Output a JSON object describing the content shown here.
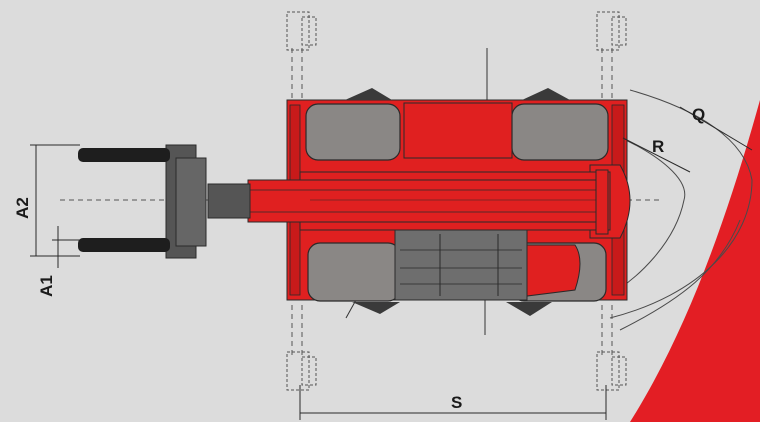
{
  "colors": {
    "background": "#dcdcdc",
    "machine_red": "#e02020",
    "machine_red_dark": "#b51515",
    "tyre_grey": "#8a8785",
    "tyre_dark": "#3a3a3a",
    "fork_black": "#1e1e1e",
    "carriage_grey": "#555555",
    "cab_grey": "#6e6e6e",
    "accent_sweep": "#e31e24",
    "line": "#2a2a2a"
  },
  "dimensions": {
    "a1_label": "A1",
    "a2_label": "A2",
    "r_label": "R",
    "q_label": "Q",
    "s_label": "S"
  },
  "icons": {
    "machine": "telehandler-top-view-icon",
    "forks": "pallet-forks-icon"
  }
}
